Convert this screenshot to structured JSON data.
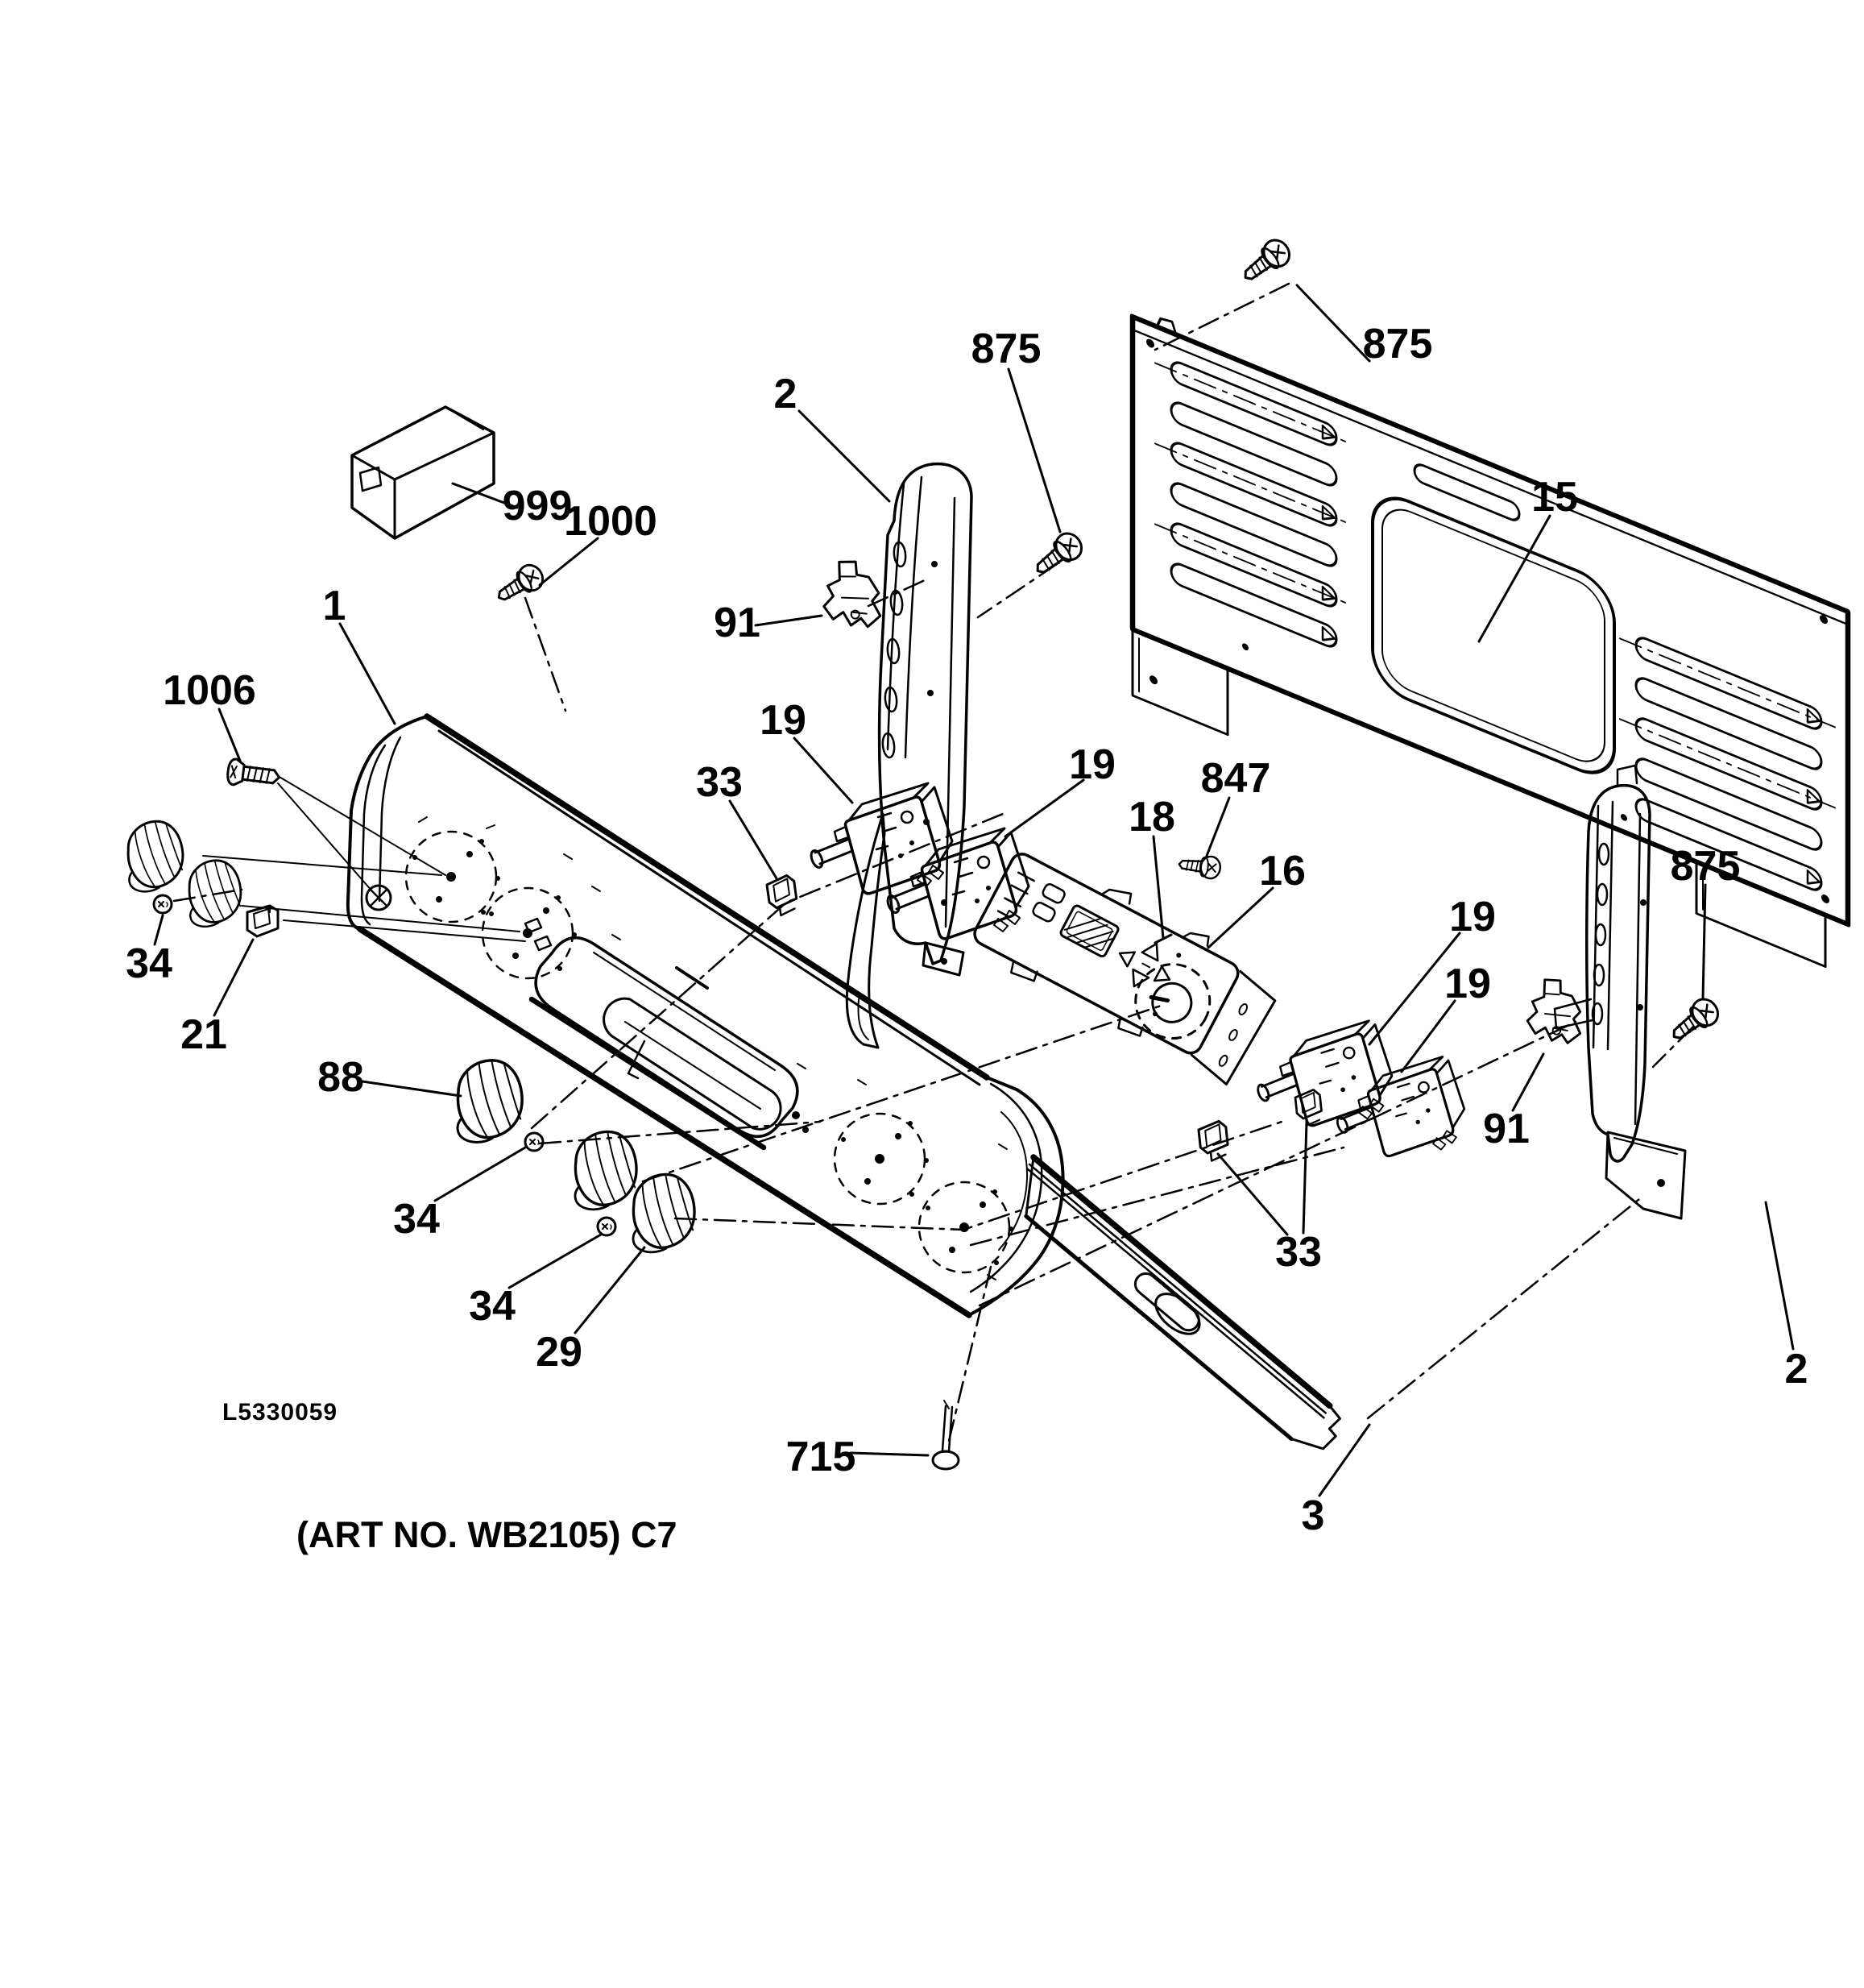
{
  "page": {
    "background": "#ffffff",
    "line_color": "#000000"
  },
  "figure": {
    "kind": "exploded-parts-diagram",
    "footer_code": "L5330059",
    "art_note": "(ART NO. WB2105) C7"
  },
  "callouts": [
    {
      "id": "875-top-right",
      "text": "875"
    },
    {
      "id": "875-upper-center",
      "text": "875"
    },
    {
      "id": "15",
      "text": "15"
    },
    {
      "id": "2-left",
      "text": "2"
    },
    {
      "id": "999",
      "text": "999"
    },
    {
      "id": "1000",
      "text": "1000"
    },
    {
      "id": "1",
      "text": "1"
    },
    {
      "id": "91-left",
      "text": "91"
    },
    {
      "id": "1006",
      "text": "1006"
    },
    {
      "id": "19-a",
      "text": "19"
    },
    {
      "id": "33-a",
      "text": "33"
    },
    {
      "id": "19-b",
      "text": "19"
    },
    {
      "id": "18",
      "text": "18"
    },
    {
      "id": "847",
      "text": "847"
    },
    {
      "id": "16",
      "text": "16"
    },
    {
      "id": "875-right",
      "text": "875"
    },
    {
      "id": "19-c",
      "text": "19"
    },
    {
      "id": "19-d",
      "text": "19"
    },
    {
      "id": "91-right",
      "text": "91"
    },
    {
      "id": "2-right",
      "text": "2"
    },
    {
      "id": "34-a",
      "text": "34"
    },
    {
      "id": "21",
      "text": "21"
    },
    {
      "id": "88",
      "text": "88"
    },
    {
      "id": "34-b",
      "text": "34"
    },
    {
      "id": "34-c",
      "text": "34"
    },
    {
      "id": "29",
      "text": "29"
    },
    {
      "id": "33-b",
      "text": "33"
    },
    {
      "id": "715",
      "text": "715"
    },
    {
      "id": "3",
      "text": "3"
    }
  ]
}
